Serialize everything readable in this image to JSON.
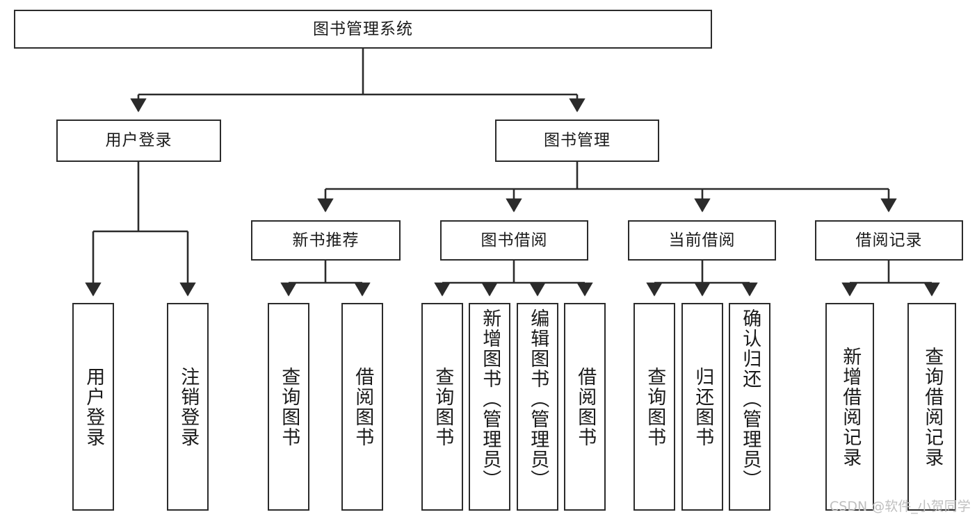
{
  "diagram": {
    "title_node": {
      "label": "图书管理系统"
    },
    "level2": [
      {
        "id": "user-login",
        "label": "用户登录"
      },
      {
        "id": "book-manage",
        "label": "图书管理"
      }
    ],
    "level3": [
      {
        "id": "new-book-recommend",
        "label": "新书推荐"
      },
      {
        "id": "book-borrow",
        "label": "图书借阅"
      },
      {
        "id": "current-borrow",
        "label": "当前借阅"
      },
      {
        "id": "borrow-record",
        "label": "借阅记录"
      }
    ],
    "leaves": {
      "user_login": [
        {
          "id": "leaf-user-login",
          "label": "用户登录"
        },
        {
          "id": "leaf-logout-login",
          "label": "注销登录"
        }
      ],
      "new_book_recommend": [
        {
          "id": "leaf-query-book-1",
          "label": "查询图书"
        },
        {
          "id": "leaf-borrow-book-1",
          "label": "借阅图书"
        }
      ],
      "book_borrow": [
        {
          "id": "leaf-query-book-2",
          "label": "查询图书"
        },
        {
          "id": "leaf-add-book",
          "label": "新增图书（管理员）"
        },
        {
          "id": "leaf-edit-book",
          "label": "编辑图书（管理员）"
        },
        {
          "id": "leaf-borrow-book-2",
          "label": "借阅图书"
        }
      ],
      "current_borrow": [
        {
          "id": "leaf-query-book-3",
          "label": "查询图书"
        },
        {
          "id": "leaf-return-book",
          "label": "归还图书"
        },
        {
          "id": "leaf-confirm-return",
          "label": "确认归还（管理员）"
        }
      ],
      "borrow_record": [
        {
          "id": "leaf-add-record",
          "label": "新增借阅记录"
        },
        {
          "id": "leaf-query-record",
          "label": "查询借阅记录"
        }
      ]
    }
  },
  "watermark": {
    "text": "CSDN @软件_小贺同学"
  },
  "colors": {
    "border": "#2b2b2b",
    "text": "#1a1a1a",
    "background": "#ffffff",
    "watermark": "#bfbfbf"
  }
}
